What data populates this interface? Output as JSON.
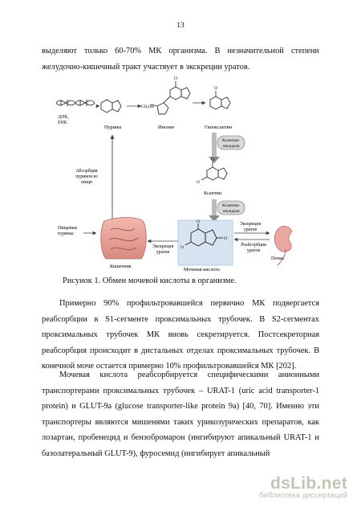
{
  "page_number": "13",
  "paragraph1": "выделяют только 60-70% МК организма. В незначительной степени желудочно-кишечный тракт участвует в экскреции уратов.",
  "figure": {
    "labels": {
      "dna_rna": "ДНК,\nРНК",
      "purines": "Пурины",
      "inosine": "Инозин",
      "hypoxanthine": "Гипоксантин",
      "xanthine_oxidase_1": "Ксантин-\nоксидаза",
      "xanthine": "Ксантин",
      "xanthine_oxidase_2": "Ксантин-\nоксидаза",
      "absorption": "Абсорбция\nпуринов из\nпищи",
      "food_purines": "Пищевые\nпурины",
      "excretion_urates_left": "Экскреция\nуратов",
      "intestine": "Кишечник",
      "uric_acid": "Мочевая кислота",
      "excretion_urates_right": "Экскреция\nуратов",
      "reabsorption_urates": "Реабсорбция\nуратов",
      "kidney": "Почка"
    }
  },
  "caption": "Рисунок 1. Обмен мочевой кислоты в организме.",
  "paragraph2": "Примерно 90% профильтровавшейся первично МК подвергается реабсорбции в S1-сегменте проксимальных трубочек. В S2-сегментах проксимальных трубочек МК вновь секретируется. Постсекреторная реабсорбция происходит в дистальных отделах проксимальных трубочек. В конечной моче остается примерно 10% профильтровавшейся МК [202].",
  "paragraph3": "Мочевая кислота реабсорбируется специфическими анионными транспортерами проксимальных трубочек – URAT-1 (uric acid transporter-1 protein) и GLUT-9a (glucose transporter-like protein 9a) [40, 70]. Именно эти транспортеры являются мишенями таких урикозурических препаратов, как лозартан, пробенецид и бензобромарон (ингибируют апикальный URAT-1 и базолатеральный GLUT-9), фуросемид (ингибирует апикальный",
  "watermark": {
    "logo": "dsLib.net",
    "subtitle": "библиотека диссертаций"
  }
}
